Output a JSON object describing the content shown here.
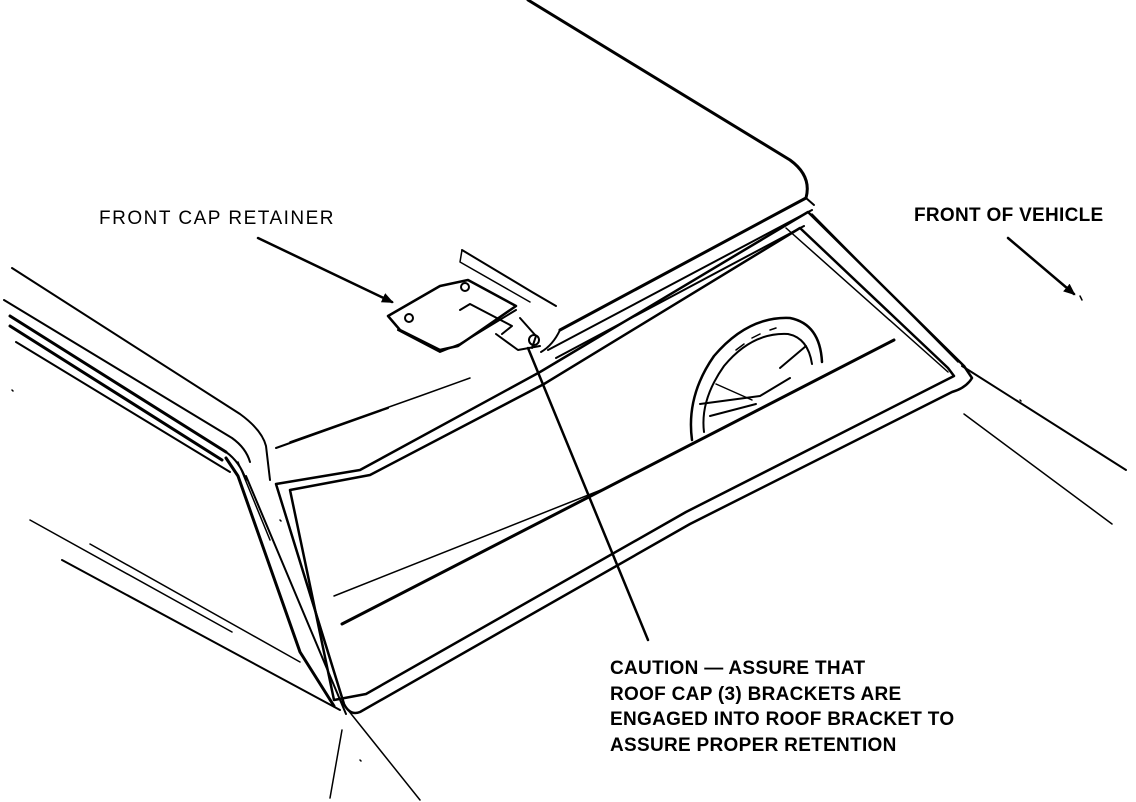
{
  "labels": {
    "front_cap_retainer": "FRONT CAP RETAINER",
    "front_of_vehicle": "FRONT OF VEHICLE"
  },
  "caution": {
    "lines": [
      "CAUTION — ASSURE THAT",
      "ROOF CAP (3) BRACKETS ARE",
      "ENGAGED INTO ROOF BRACKET TO",
      "ASSURE PROPER RETENTION"
    ]
  },
  "colors": {
    "ink": "#000000",
    "paper": "#ffffff"
  }
}
